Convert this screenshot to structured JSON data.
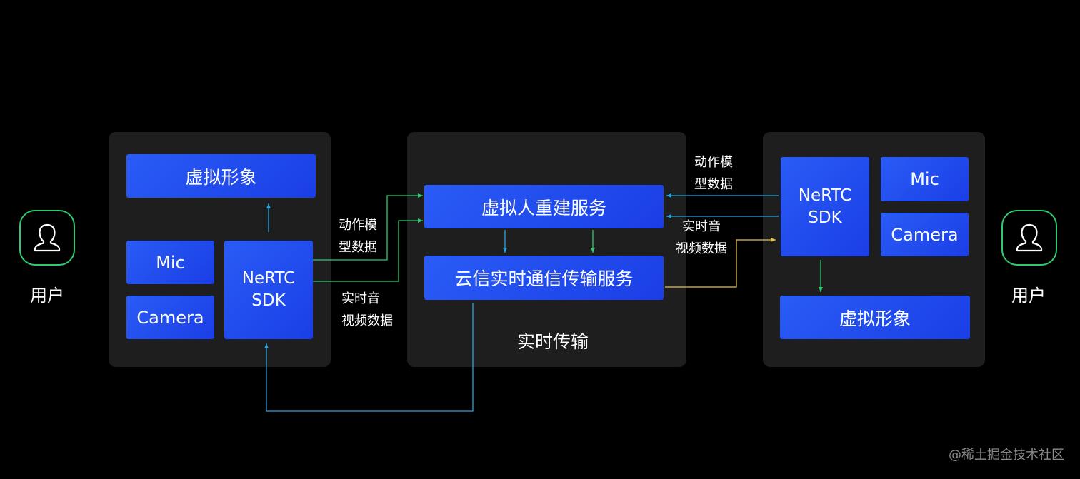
{
  "left_panel": {
    "avatar_label": "虚拟形象",
    "mic_label": "Mic",
    "camera_label": "Camera",
    "sdk_label": "NeRTC\nSDK"
  },
  "center_panel": {
    "rebuild_service_label": "虚拟人重建服务",
    "transport_service_label": "云信实时通信传输服务",
    "caption": "实时传输"
  },
  "right_panel": {
    "sdk_label": "NeRTC\nSDK",
    "mic_label": "Mic",
    "camera_label": "Camera",
    "avatar_label": "虚拟形象"
  },
  "flow_labels": {
    "left_motion": "动作模\n型数据",
    "left_av": "实时音\n视频数据",
    "right_motion": "动作模\n型数据",
    "right_av": "实时音\n视频数据"
  },
  "users": {
    "left_label": "用户",
    "right_label": "用户",
    "icon": "user-icon"
  },
  "watermark": "@稀土掘金技术社区",
  "colors": {
    "background": "#000000",
    "panel": "#1e1e1e",
    "block": "#2a5cf6",
    "arrow_green": "#2ecc6e",
    "arrow_blue": "#2aa4e0",
    "arrow_yellow": "#e8c44a"
  }
}
